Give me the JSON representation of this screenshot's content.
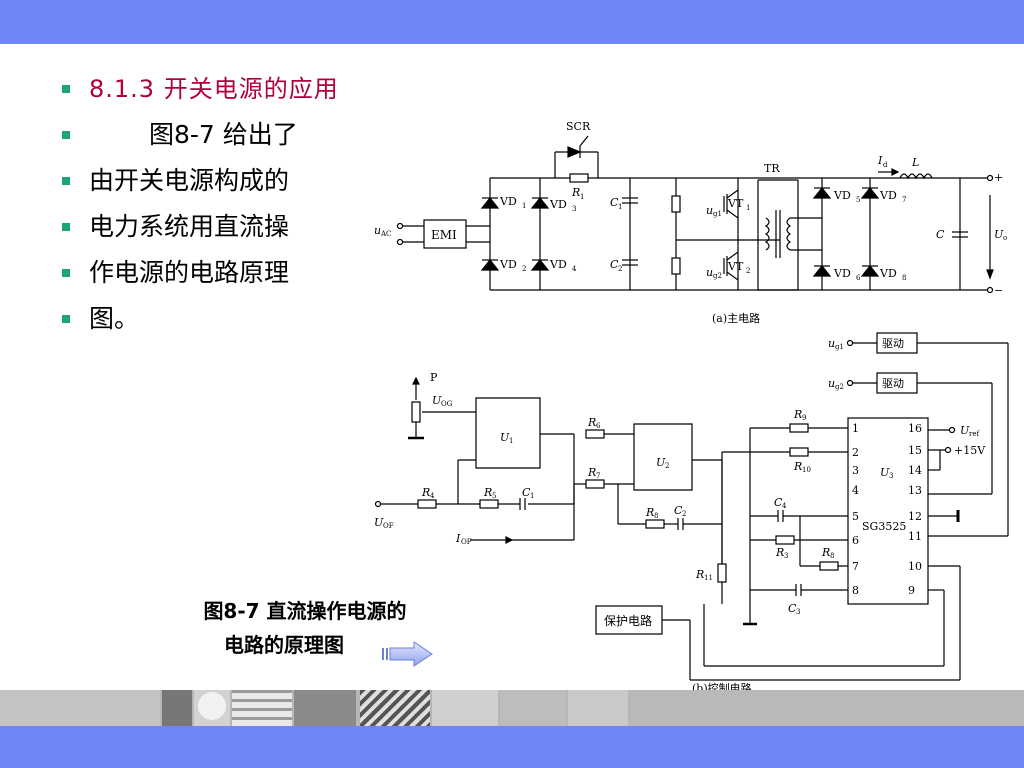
{
  "colors": {
    "band": "#6f86f7",
    "heading": "#b0003a",
    "bullet": "#1aa57a",
    "strip": "#b6b6b6"
  },
  "bullets": [
    {
      "text": "8.1.3 开关电源的应用"
    },
    {
      "text": "图8-7 给出了"
    },
    {
      "text": "由开关电源构成的"
    },
    {
      "text": "电力系统用直流操"
    },
    {
      "text": "作电源的电路原理"
    },
    {
      "text": "图。"
    }
  ],
  "figure": {
    "caption_line1": "图8-7 直流操作电源的",
    "caption_line2": "电路的原理图",
    "next_icon": "arrow-right-icon"
  },
  "circuit": {
    "main": {
      "caption": "(a)主电路",
      "scr": "SCR",
      "r1": "R",
      "r1_sub": "1",
      "tr": "TR",
      "emi": "EMI",
      "uac": "u",
      "uac_sub": "AC",
      "vd1": "VD",
      "vd1_sub": "1",
      "vd2": "VD",
      "vd2_sub": "2",
      "vd3": "VD",
      "vd3_sub": "3",
      "vd4": "VD",
      "vd4_sub": "4",
      "c1": "C",
      "c1_sub": "1",
      "c2": "C",
      "c2_sub": "2",
      "vt1": "VT",
      "vt1_sub": "1",
      "vt2": "VT",
      "vt2_sub": "2",
      "ug1": "u",
      "ug1_sub": "g1",
      "ug2": "u",
      "ug2_sub": "g2",
      "vd5": "VD",
      "vd5_sub": "5",
      "vd6": "VD",
      "vd6_sub": "6",
      "vd7": "VD",
      "vd7_sub": "7",
      "vd8": "VD",
      "vd8_sub": "8",
      "id": "I",
      "id_sub": "d",
      "l": "L",
      "c": "C",
      "uo": "U",
      "uo_sub": "o",
      "plus": "+",
      "minus": "−"
    },
    "control": {
      "caption": "(b)控制电路",
      "drive1": "驱动",
      "drive2": "驱动",
      "ug1": "u",
      "ug1_sub": "g1",
      "ug2": "u",
      "ug2_sub": "g2",
      "p": "P",
      "uog": "U",
      "uog_sub": "OG",
      "u1": "U",
      "u1_sub": "1",
      "u2": "U",
      "u2_sub": "2",
      "u3": "U",
      "u3_sub": "3",
      "r4": "R",
      "r4_sub": "4",
      "r5": "R",
      "r5_sub": "5",
      "r6": "R",
      "r6_sub": "6",
      "r7": "R",
      "r7_sub": "7",
      "r8": "R",
      "r8_sub": "8",
      "r9": "R",
      "r9_sub": "9",
      "r10": "R",
      "r10_sub": "10",
      "r11": "R",
      "r11_sub": "11",
      "r3": "R",
      "r3_sub": "3",
      "r8b": "R",
      "r8b_sub": "8",
      "c1": "C",
      "c1_sub": "1",
      "c2": "C",
      "c2_sub": "2",
      "c3": "C",
      "c3_sub": "3",
      "c4": "C",
      "c4_sub": "4",
      "uof": "U",
      "uof_sub": "OF",
      "iof": "I",
      "iof_sub": "OF",
      "uref": "U",
      "uref_sub": "ref",
      "v15": "+15V",
      "chip": "SG3525",
      "protect": "保护电路",
      "pins_left": [
        "1",
        "2",
        "3",
        "4",
        "5",
        "6",
        "7",
        "8"
      ],
      "pins_right": [
        "16",
        "15",
        "14",
        "13",
        "12",
        "11",
        "10",
        "9"
      ]
    }
  }
}
